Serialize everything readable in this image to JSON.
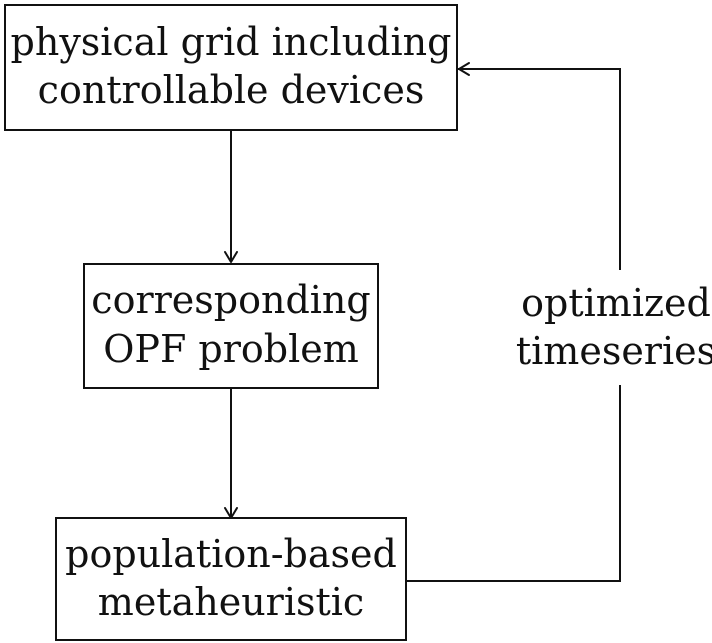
{
  "nodes": {
    "physical_grid": {
      "line1": "physical grid including",
      "line2": "controllable devices"
    },
    "opf_problem": {
      "line1": "corresponding",
      "line2": "OPF problem"
    },
    "metaheuristic": {
      "line1": "population-based",
      "line2": "metaheuristic"
    }
  },
  "feedback_label": {
    "line1": "optimized",
    "line2": "timeseries"
  }
}
